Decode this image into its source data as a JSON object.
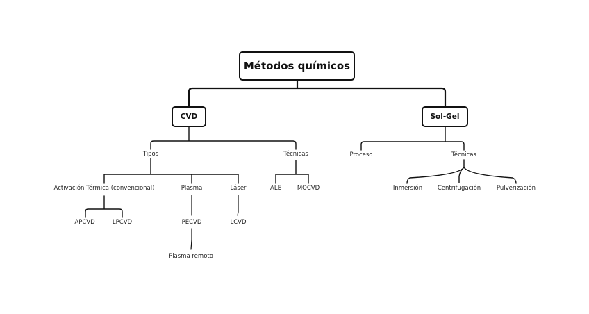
{
  "root": {
    "label": "Métodos químicos"
  },
  "branches": {
    "cvd": {
      "label": "CVD",
      "tipos": {
        "label": "Tipos",
        "activacion": {
          "label": "Activación Térmica (convencional)",
          "children": [
            "APCVD",
            "LPCVD"
          ]
        },
        "plasma": {
          "label": "Plasma",
          "child": "PECVD",
          "grandchild": "Plasma remoto"
        },
        "laser": {
          "label": "Láser",
          "child": "LCVD"
        }
      },
      "tecnicas": {
        "label": "Técnicas",
        "children": [
          "ALE",
          "MOCVD"
        ]
      }
    },
    "solgel": {
      "label": "Sol-Gel",
      "proceso": {
        "label": "Proceso"
      },
      "tecnicas": {
        "label": "Técnicas",
        "children": [
          "Inmersión",
          "Centrifugación",
          "Pulverización"
        ]
      }
    }
  }
}
